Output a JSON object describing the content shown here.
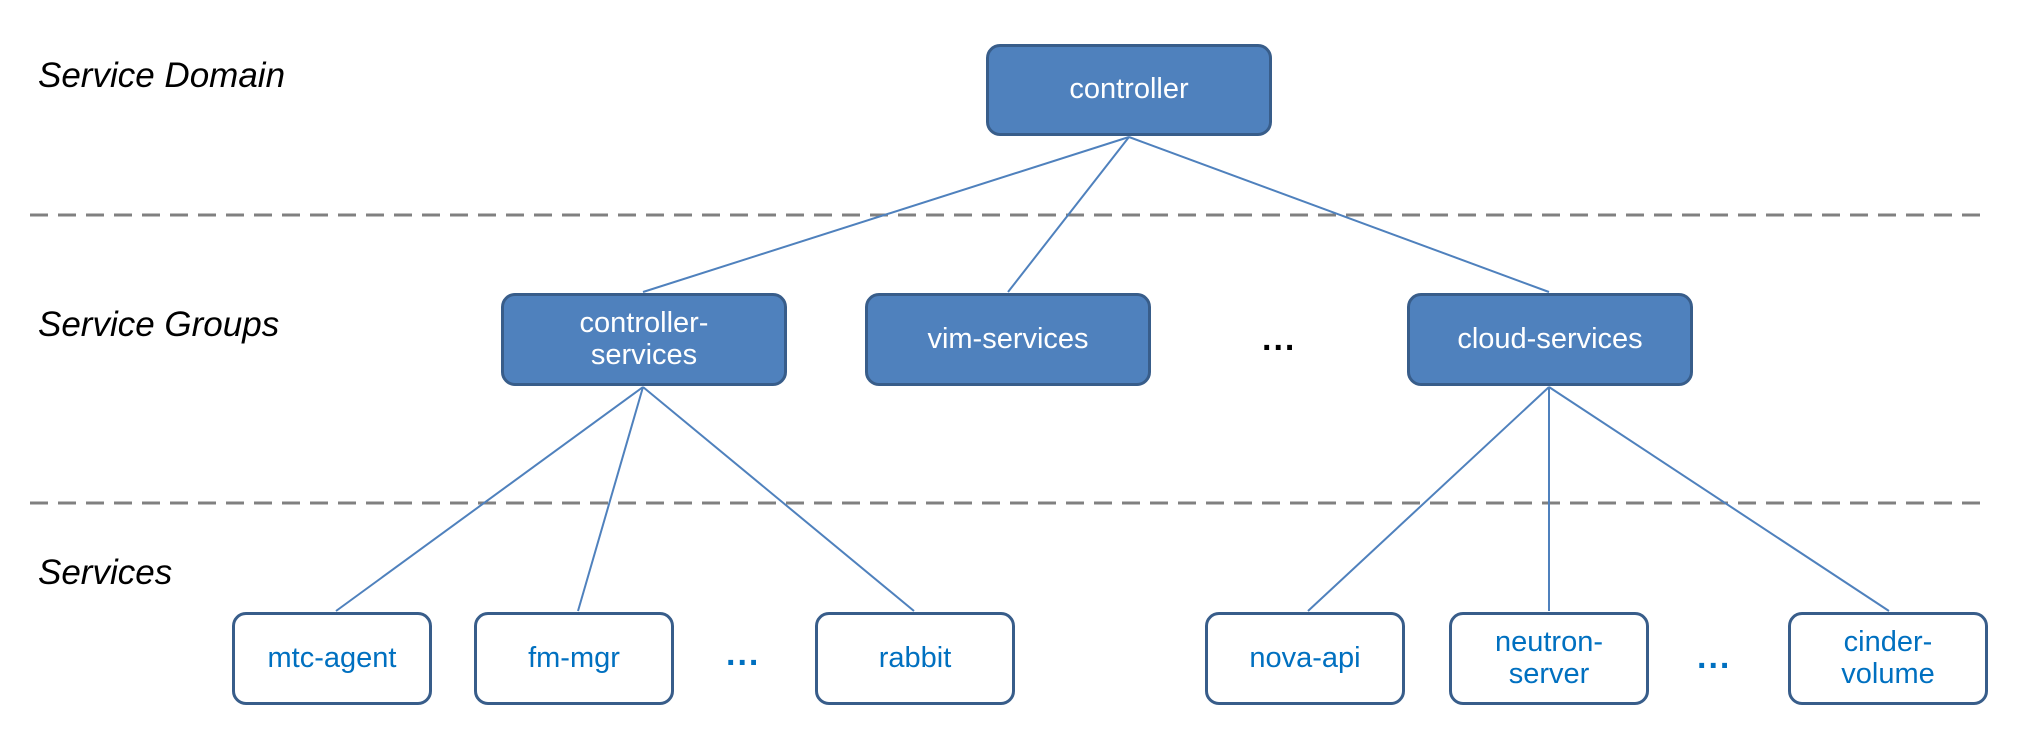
{
  "layers": {
    "domain": "Service Domain",
    "groups": "Service Groups",
    "services": "Services"
  },
  "domain_node": {
    "label": "controller"
  },
  "group_nodes": [
    {
      "label": "controller-\nservices"
    },
    {
      "label": "vim-services"
    },
    {
      "label": "cloud-services"
    }
  ],
  "group_ellipsis": "...",
  "service_nodes": [
    {
      "label": "mtc-agent"
    },
    {
      "label": "fm-mgr"
    },
    {
      "label": "rabbit"
    },
    {
      "label": "nova-api"
    },
    {
      "label": "neutron-\nserver"
    },
    {
      "label": "cinder-\nvolume"
    }
  ],
  "service_ellipsis": [
    "...",
    "..."
  ],
  "colors": {
    "node_fill": "#4f81bd",
    "node_border": "#385d8a",
    "service_text": "#0070c0",
    "connector": "#4f81bd",
    "separator": "#808080"
  }
}
